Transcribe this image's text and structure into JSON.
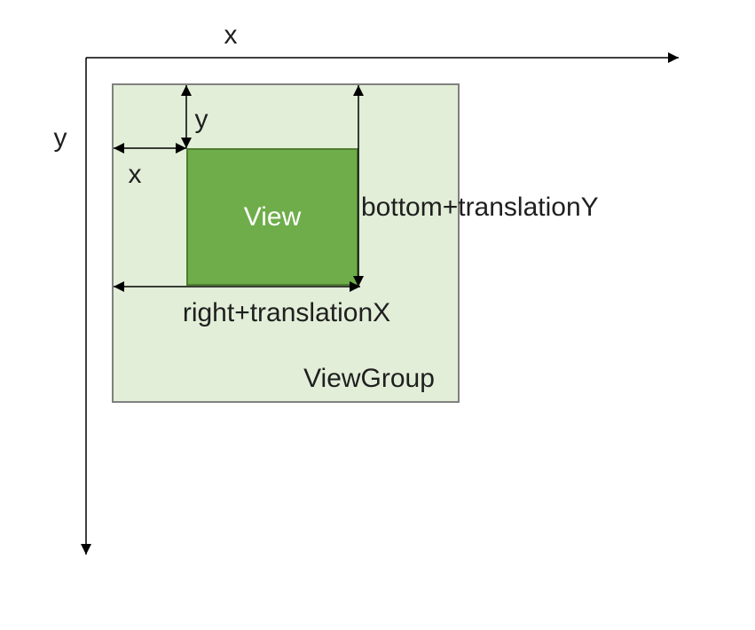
{
  "diagram": {
    "axes": {
      "x_label": "x",
      "y_label": "y"
    },
    "offsets": {
      "x_label": "x",
      "y_label": "y"
    },
    "edge_labels": {
      "bottom": "bottom+translationY",
      "right": "right+translationX"
    },
    "viewgroup_label": "ViewGroup",
    "view_label": "View",
    "colors": {
      "viewgroup_fill": "#e2eed8",
      "viewgroup_border": "#808080",
      "view_fill": "#6ead4a",
      "view_border": "#4f7d2f",
      "view_text": "#ffffff",
      "line": "#000000",
      "text": "#1f1f1f"
    }
  }
}
